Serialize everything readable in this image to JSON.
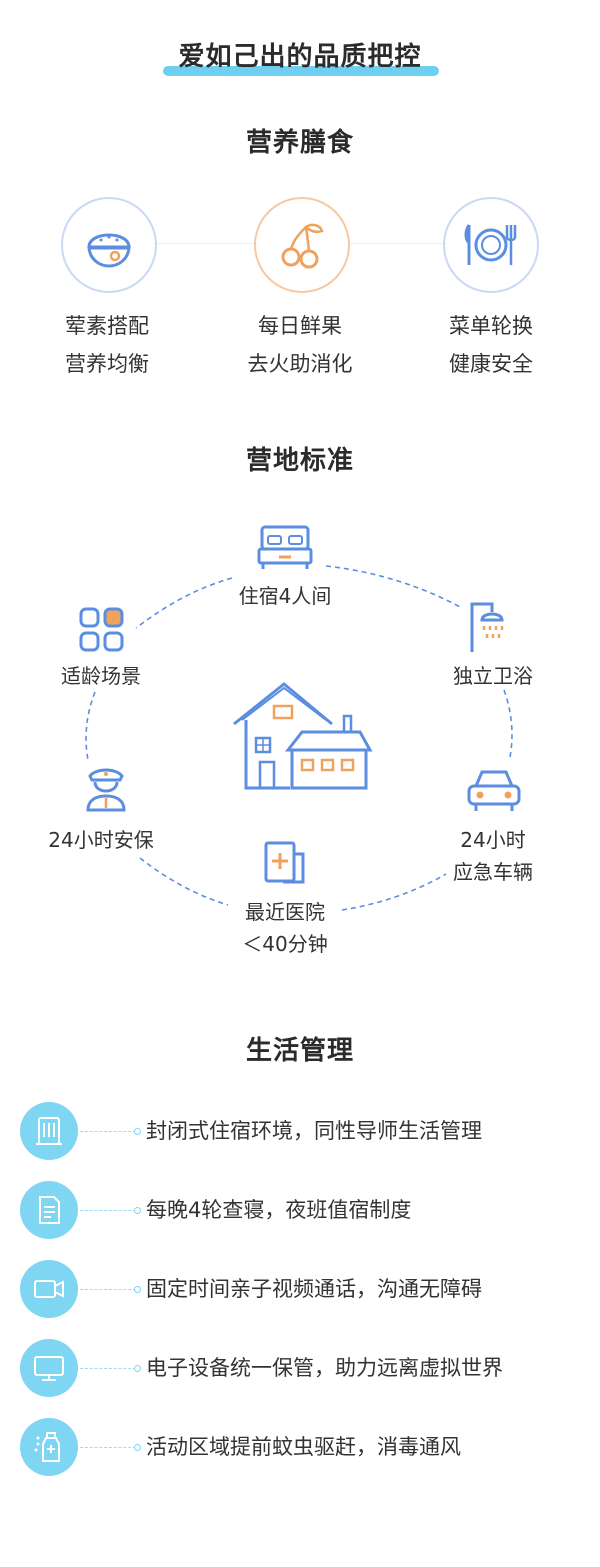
{
  "main_title": "爱如己出的品质把控",
  "diet": {
    "title": "营养膳食",
    "items": [
      {
        "icon": "rice-bowl-icon",
        "line1": "荤素搭配",
        "line2": "营养均衡"
      },
      {
        "icon": "cherry-icon",
        "line1": "每日鲜果",
        "line2": "去火助消化"
      },
      {
        "icon": "plate-cutlery-icon",
        "line1": "菜单轮换",
        "line2": "健康安全"
      }
    ]
  },
  "camp": {
    "title": "营地标准",
    "center_icon": "house-icon",
    "items": [
      {
        "icon": "bed-icon",
        "label": "住宿4人间"
      },
      {
        "icon": "shower-icon",
        "label": "独立卫浴"
      },
      {
        "icon": "car-icon",
        "line1": "24小时",
        "line2": "应急车辆"
      },
      {
        "icon": "hospital-icon",
        "line1": "最近医院",
        "line2": "＜40分钟"
      },
      {
        "icon": "security-guard-icon",
        "label": "24小时安保"
      },
      {
        "icon": "grid-apps-icon",
        "label": "适龄场景"
      }
    ]
  },
  "life": {
    "title": "生活管理",
    "items": [
      {
        "icon": "building-icon",
        "text": "封闭式住宿环境，同性导师生活管理"
      },
      {
        "icon": "document-icon",
        "text": "每晚4轮查寝，夜班值宿制度"
      },
      {
        "icon": "video-camera-icon",
        "text": "固定时间亲子视频通话，沟通无障碍"
      },
      {
        "icon": "monitor-icon",
        "text": "电子设备统一保管，助力远离虚拟世界"
      },
      {
        "icon": "spray-bottle-icon",
        "text": "活动区域提前蚊虫驱赶，消毒通风"
      }
    ]
  },
  "colors": {
    "accent_blue": "#5b8ee0",
    "accent_orange": "#f0a25d",
    "light_cyan": "#7fd6f3",
    "title_bar": "#6ecff0"
  }
}
